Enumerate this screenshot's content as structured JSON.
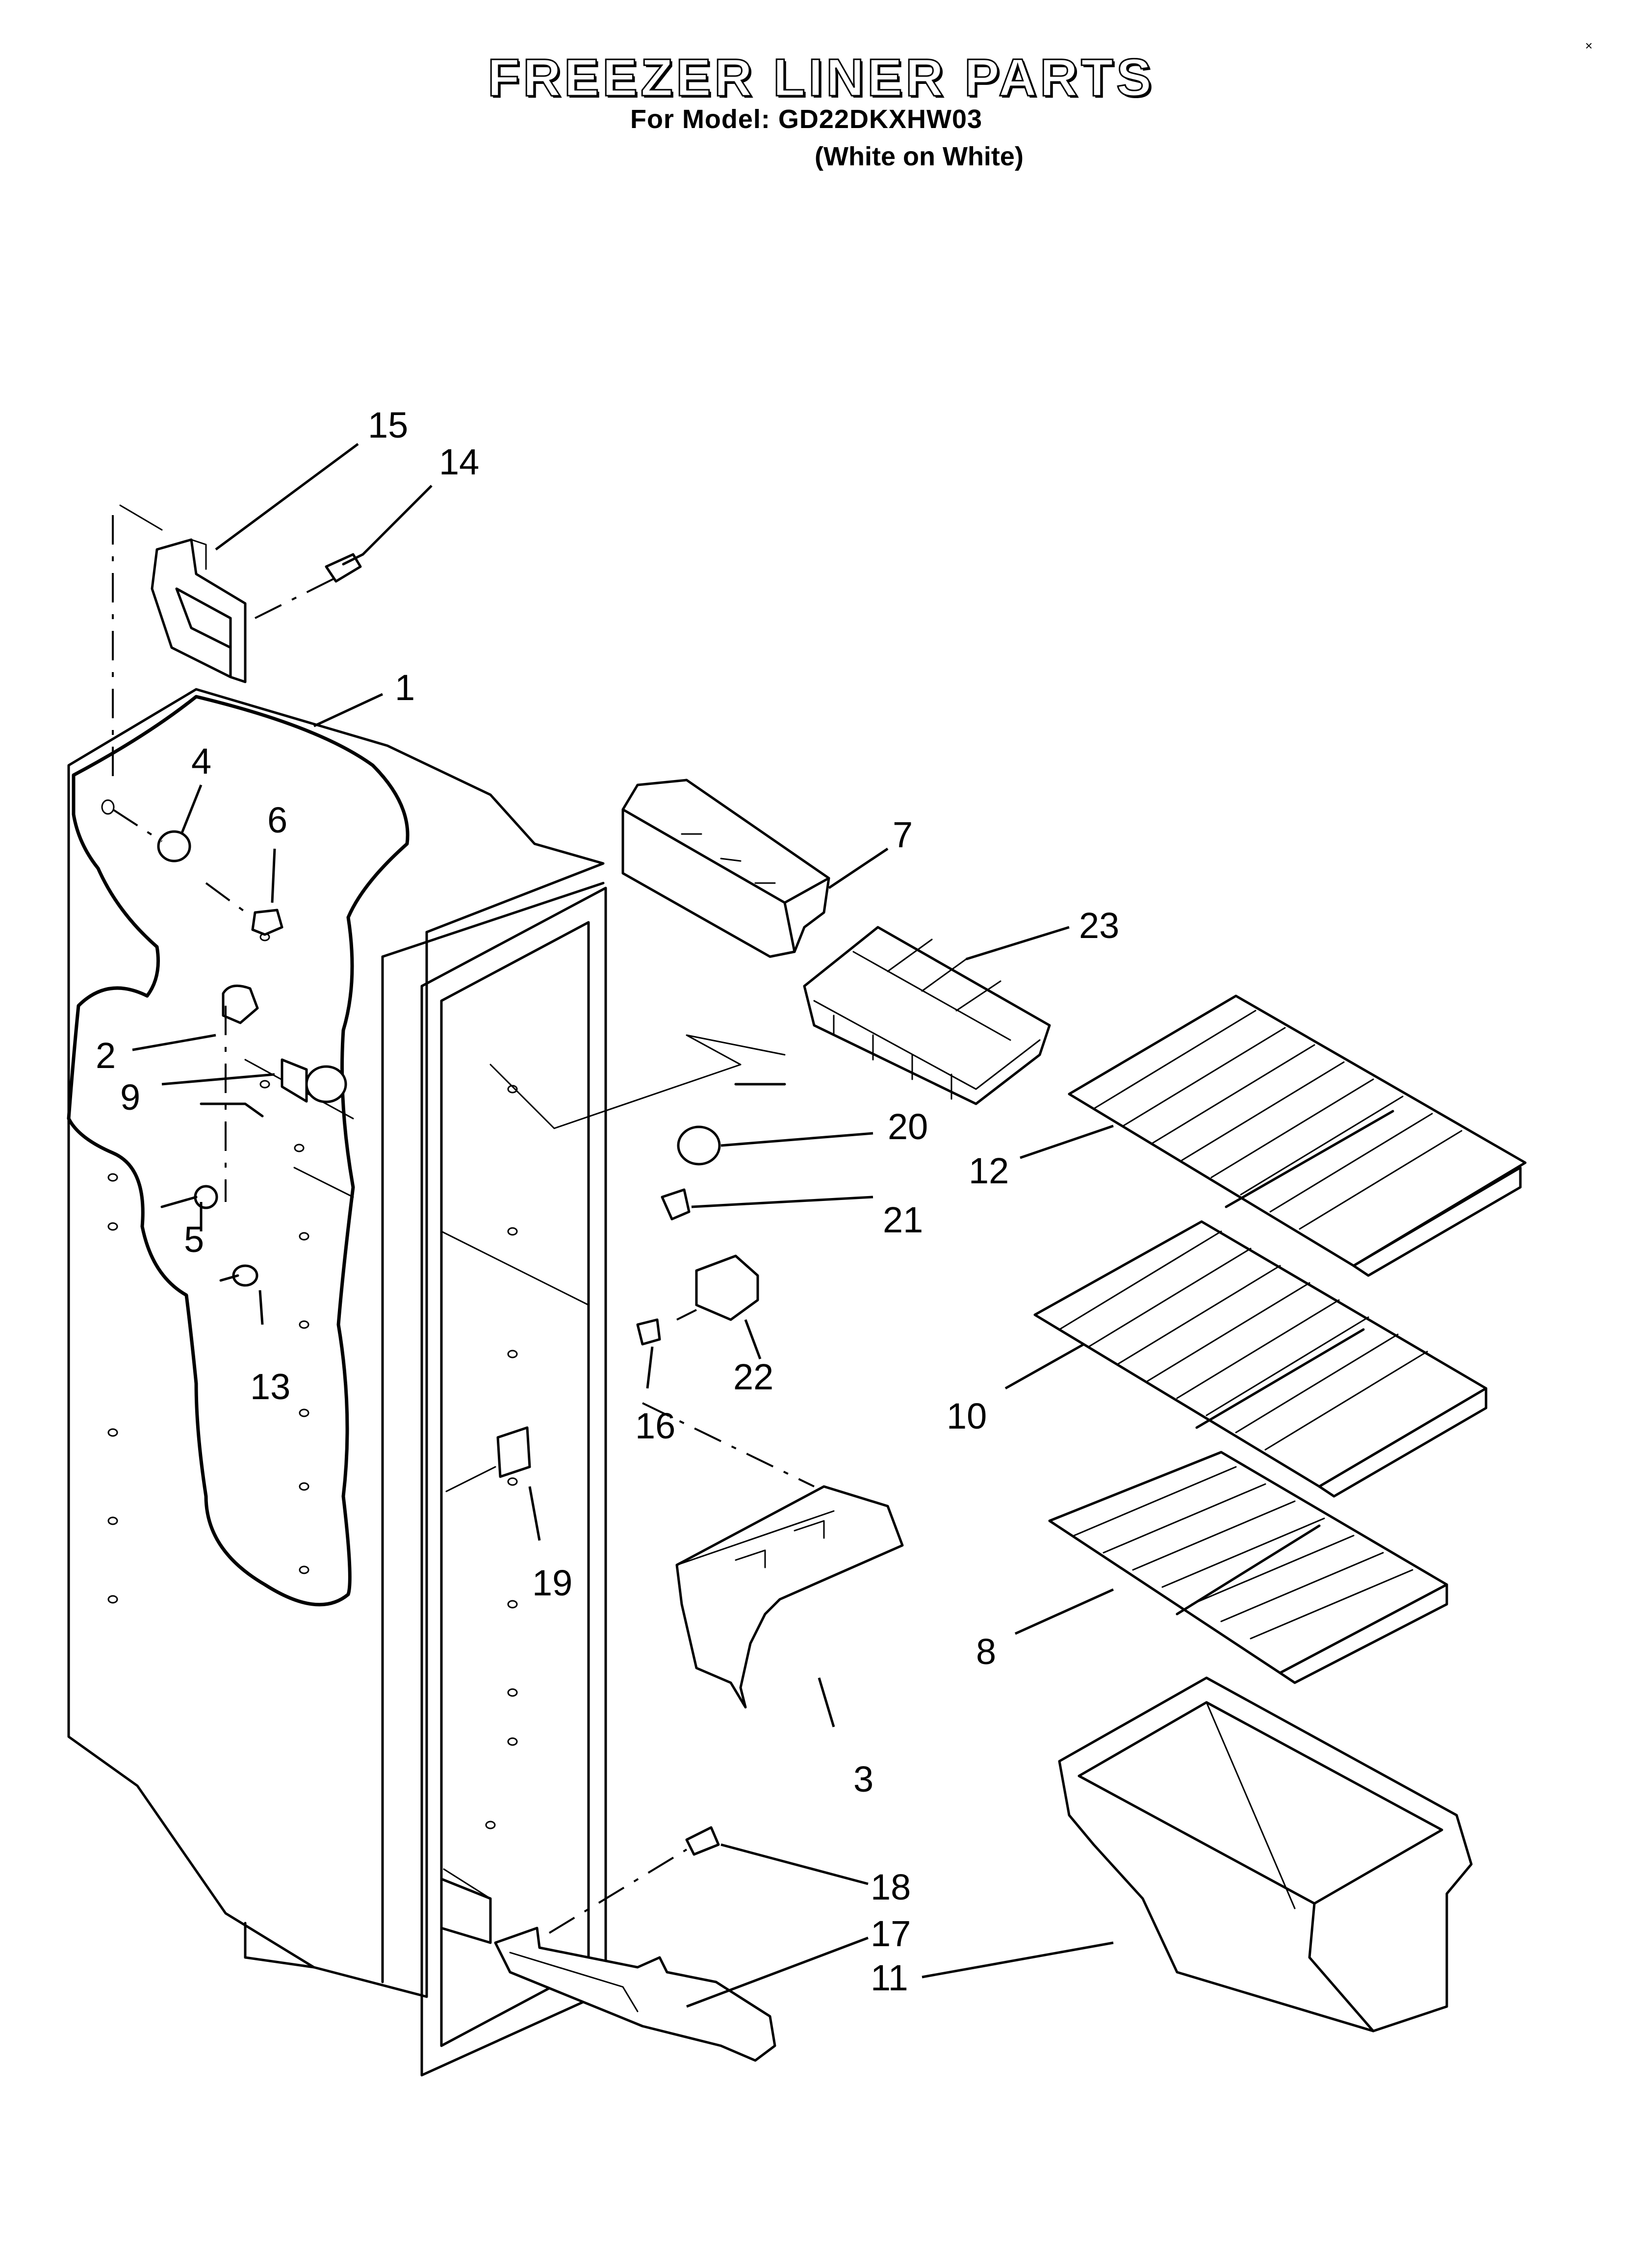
{
  "header": {
    "title": "FREEZER LINER PARTS",
    "model": "For Model: GD22DKXHW03",
    "variant": "(White on White)"
  },
  "corner_mark": "×",
  "callouts": [
    {
      "id": "15",
      "text": "15"
    },
    {
      "id": "14",
      "text": "14"
    },
    {
      "id": "1",
      "text": "1"
    },
    {
      "id": "4",
      "text": "4"
    },
    {
      "id": "6",
      "text": "6"
    },
    {
      "id": "7",
      "text": "7"
    },
    {
      "id": "23",
      "text": "23"
    },
    {
      "id": "2",
      "text": "2"
    },
    {
      "id": "9",
      "text": "9"
    },
    {
      "id": "20",
      "text": "20"
    },
    {
      "id": "12",
      "text": "12"
    },
    {
      "id": "21",
      "text": "21"
    },
    {
      "id": "5",
      "text": "5"
    },
    {
      "id": "13",
      "text": "13"
    },
    {
      "id": "22",
      "text": "22"
    },
    {
      "id": "16",
      "text": "16"
    },
    {
      "id": "10",
      "text": "10"
    },
    {
      "id": "19",
      "text": "19"
    },
    {
      "id": "8",
      "text": "8"
    },
    {
      "id": "3",
      "text": "3"
    },
    {
      "id": "18",
      "text": "18"
    },
    {
      "id": "17",
      "text": "17"
    },
    {
      "id": "11",
      "text": "11"
    }
  ]
}
